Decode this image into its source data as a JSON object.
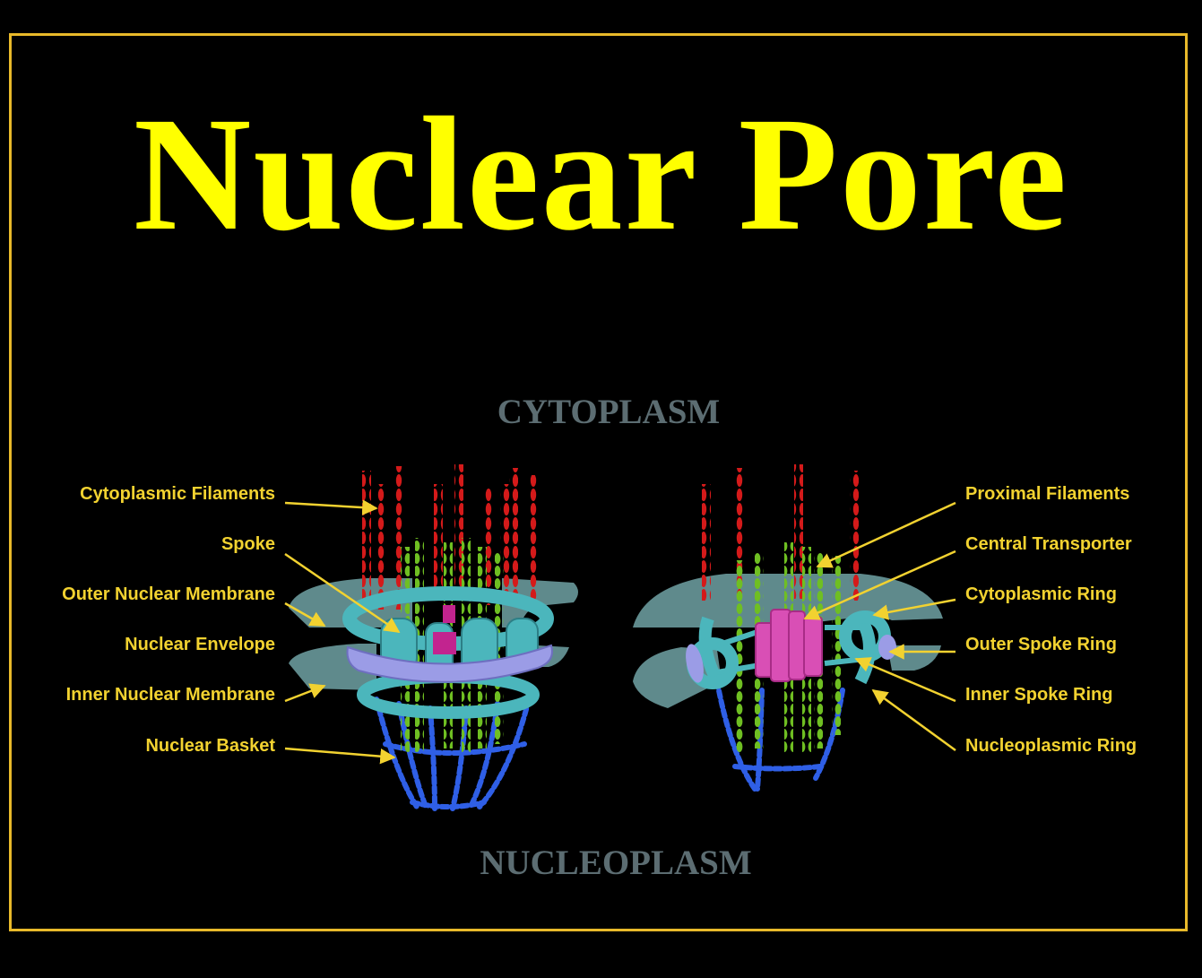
{
  "title": "Nuclear Pore",
  "regions": {
    "top": "CYTOPLASM",
    "bottom": "NUCLEOPLASM"
  },
  "labels_left": [
    "Cytoplasmic Filaments",
    "Spoke",
    "Outer Nuclear Membrane",
    "Nuclear Envelope",
    "Inner Nuclear Membrane",
    "Nuclear Basket"
  ],
  "labels_right": [
    "Proximal Filaments",
    "Central Transporter",
    "Cytoplasmic Ring",
    "Outer Spoke Ring",
    "Inner Spoke Ring",
    "Nucleoplasmic Ring"
  ],
  "colors": {
    "title": "#ffff00",
    "labels": "#f2d230",
    "frame": "#e8b92a",
    "region_text": "#5c6d72",
    "membrane": "#5f8a8c",
    "ring": "#4bb6bc",
    "envelope_ring": "#9b9ce6",
    "cytoplasmic_filament": "#d41a1a",
    "proximal_filament": "#6fbf22",
    "basket": "#2f5fe6",
    "central_transporter": "#d94fb5"
  }
}
